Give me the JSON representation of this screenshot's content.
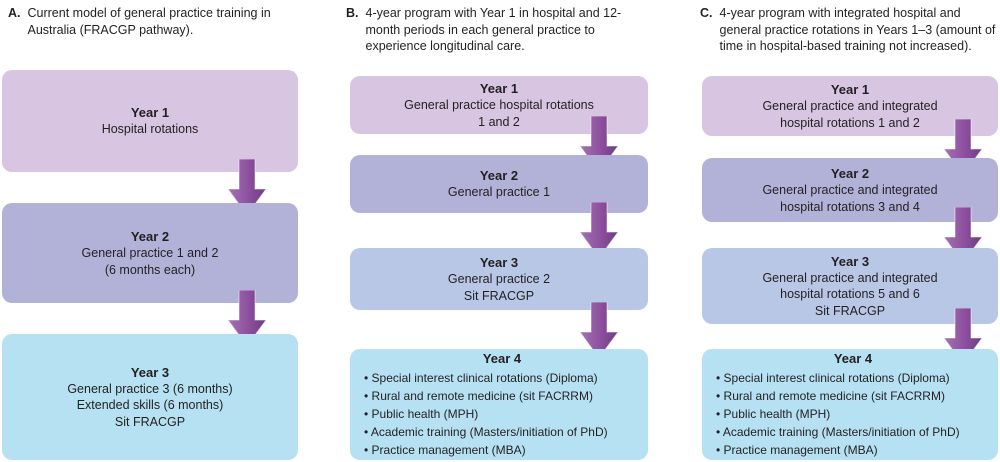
{
  "colors": {
    "box_row1_lavender": "#d7c5e2",
    "box_row2_periwinkle": "#b2b2d8",
    "box_row3_steel": "#b9c7e6",
    "box_final_cyan": "#b6e1f2",
    "arrow_purple": "#8d4f9e"
  },
  "columns": [
    {
      "label": "A.",
      "header": "Current model of general practice training in Australia (FRACGP pathway).",
      "boxes": [
        {
          "title": "Year 1",
          "lines": [
            "Hospital rotations"
          ]
        },
        {
          "title": "Year 2",
          "lines": [
            "General practice 1 and 2",
            "(6 months each)"
          ]
        },
        {
          "title": "Year 3",
          "lines": [
            "General practice 3 (6 months)",
            "Extended skills (6 months)",
            "Sit FRACGP"
          ]
        }
      ]
    },
    {
      "label": "B.",
      "header": "4-year program with Year 1 in hospital and 12-month periods in each general practice to experience longitudinal care.",
      "boxes": [
        {
          "title": "Year 1",
          "lines": [
            "General practice hospital rotations",
            "1 and 2"
          ]
        },
        {
          "title": "Year 2",
          "lines": [
            "General practice 1"
          ]
        },
        {
          "title": "Year 3",
          "lines": [
            "General practice 2",
            "Sit FRACGP"
          ]
        },
        {
          "title": "Year 4",
          "bullets": [
            "Special interest clinical rotations (Diploma)",
            "Rural and remote medicine (sit FACRRM)",
            "Public health (MPH)",
            "Academic training (Masters/initiation of PhD)",
            "Practice management (MBA)"
          ]
        }
      ]
    },
    {
      "label": "C.",
      "header": "4-year program with integrated hospital and general practice rotations in Years 1–3 (amount of time in hospital-based training not increased).",
      "boxes": [
        {
          "title": "Year 1",
          "lines": [
            "General practice and integrated",
            "hospital rotations 1 and 2"
          ]
        },
        {
          "title": "Year 2",
          "lines": [
            "General practice and integrated",
            "hospital rotations 3 and 4"
          ]
        },
        {
          "title": "Year 3",
          "lines": [
            "General practice and integrated",
            "hospital rotations 5 and 6",
            "Sit FRACGP"
          ]
        },
        {
          "title": "Year 4",
          "bullets": [
            "Special interest clinical rotations (Diploma)",
            "Rural and remote medicine (sit FACRRM)",
            "Public health (MPH)",
            "Academic training (Masters/initiation of PhD)",
            "Practice management (MBA)"
          ]
        }
      ]
    }
  ]
}
